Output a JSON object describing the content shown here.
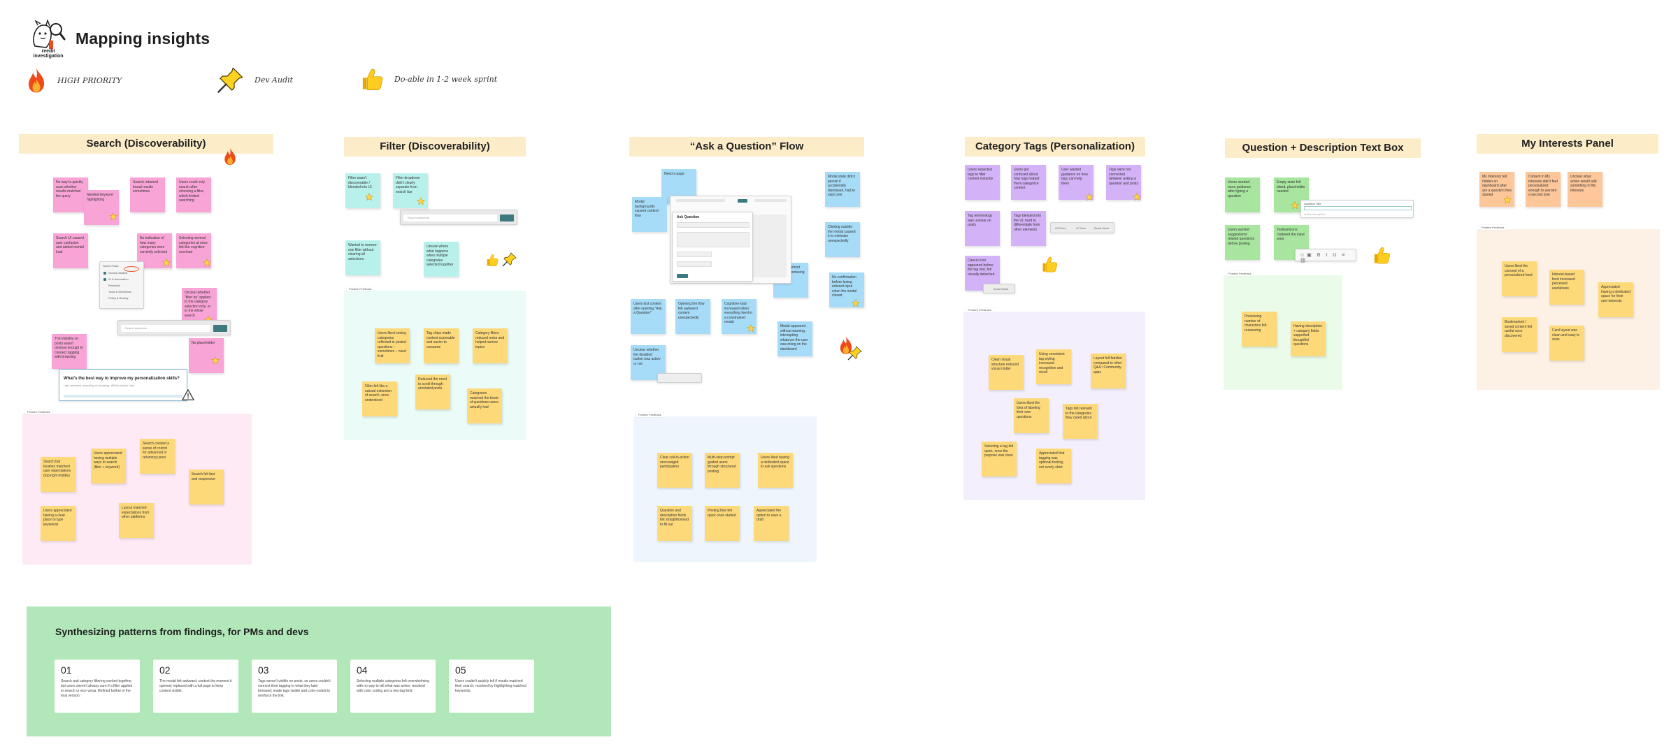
{
  "board": {
    "title": "Mapping insights",
    "logo_text": "reedit investigation"
  },
  "legend": [
    {
      "icon": "fire-icon",
      "label": "HIGH PRIORITY"
    },
    {
      "icon": "pushpin-icon",
      "label": "Dev Audit"
    },
    {
      "icon": "thumbs-up-icon",
      "label": "Do-able in 1-2 week sprint"
    }
  ],
  "feedback_tag": "Positive Feedback",
  "sections": {
    "search": {
      "title": "Search (Discoverability)",
      "notes": [
        "No way to quickly scan whether results matched the query",
        "Needed keyword highlighting",
        "Search returned broad results sometimes",
        "Users could only search after choosing a filter, which limited searching",
        "Search UI caused user confusion and added mental load",
        "No indication of how many categories were currently selected",
        "Selecting several categories at once felt like cognitive overload",
        "Unclear whether \"filter by\" applied to the category selection only, or to the whole search",
        "The visibility on posts wasn't obvious enough to connect tagging with browsing",
        "No placeholder"
      ],
      "feedback": [
        "Search bar location matched user expectations (top-right middle)",
        "Users appreciated having multiple ways to search (filter + keyword)",
        "Search created a sense of control for advanced or returning users",
        "Search felt fast and responsive",
        "Users appreciated having a clear place to type keywords",
        "Layout matched expectations from other platforms"
      ],
      "mock_menu": [
        "Saved Posts",
        "Interest Models",
        "AI & Automation",
        "Research",
        "Tools & Workflows",
        "Policy & Society"
      ],
      "mock_question": "What's the best way to improve my personalization skills?",
      "mock_hint": "I get confused searching or browsing. Which should I try?",
      "mock_search_placeholder": "Search keywords"
    },
    "filter": {
      "title": "Filter (Discoverability)",
      "notes": [
        "Filter wasn't discoverable / blended into UI",
        "Filter dropdown didn't clearly separate from search bar",
        "Wanted to remove one filter without clearing all selections",
        "Unsure where what happens when multiple categories selected together"
      ],
      "feedback": [
        "Users liked seeing categories reflected in posted questions – sometimes – need fruit",
        "Tag chips made content scannable and easier to consume",
        "Category filters reduced noise and helped narrow topics",
        "Filter felt like a natural extension of search, once understood",
        "Reduced the need to scroll through unrelated posts",
        "Categories matched the kinds of questions users actually had"
      ],
      "mock_search_placeholder": "Search keywords"
    },
    "ask": {
      "title": "“Ask a Question” Flow",
      "notes": [
        "Need a page",
        "Modal backgrounds caused content flow",
        "Modal state didn't persist if accidentally dismissed, had to start over",
        "Clicking outside the modal caused it to minimize unexpectedly",
        "Content behind became confusing",
        "No confirmation before losing entered input when the modal closed",
        "Users lost context after opening \"Ask a Question\"",
        "Opening the flow felt awkward content unexpectedly",
        "Cognitive load increased when everything lived in a constrained modal",
        "Modal appeared without warning, interrupting whatever the user was doing on the dashboard",
        "Unclear whether the disabled button was active or not"
      ],
      "feedback": [
        "Clear call-to-action encouraged participation",
        "Multi-step prompt guided users through structured posting",
        "Users liked having a dedicated space to ask questions",
        "Question and description fields felt straightforward to fill out",
        "Posting flow felt quick once started",
        "Appreciated the option to save a draft"
      ],
      "mock_title": "Ask Question",
      "mock_button": "Post"
    },
    "tags": {
      "title": "Category Tags (Personalization)",
      "notes": [
        "Users expected tags to filter content instantly",
        "Users got confused about how tags helped them categorize content",
        "User wanted guidance on how tags can help them",
        "Tags were not connected between asking a question and posts",
        "Tag terminology was unclear on posts",
        "Tags blended into the UI; hard to differentiate from other elements",
        "Cancel icon appeared before the tag text, felt visually detached"
      ],
      "feedback": [
        "Clean visual structure reduced visual clutter",
        "Using consistent tag styling increased recognition and recall",
        "Layout felt familiar compared to other Q&A / Community apps",
        "Users liked the idea of labeling their own questions",
        "Tags felt relevant to the categories they cared about",
        "Selecting a tag felt quick, once the purpose was clear",
        "Appreciated that tagging was optional-feeling, not overly strict"
      ],
      "mock_chips": [
        "AI Ethics",
        "AI Tools",
        "Beast Mode"
      ],
      "mock_chip_single": "Beast Mode"
    },
    "qd": {
      "title": "Question + Description Text Box",
      "notes": [
        "Users needed more guidance after typing a question",
        "Empty state felt bland, placeholder needed",
        "Users wanted suggestions/ related questions before posting",
        "Toolbar/icons cluttered the input area"
      ],
      "feedback": [
        "Previewing number of characters felt reassuring",
        "Having description + category fields supported thoughtful questions"
      ],
      "mock_label": "Question Title",
      "mock_placeholder": "Add a description"
    },
    "interests": {
      "title": "My Interests Panel",
      "notes": [
        "My Interests felt hidden on dashboard after are a question flow started",
        "Content in My Interests didn't feel personalized enough to warrant a second look",
        "Unclear what action would add something to My Interests"
      ],
      "feedback": [
        "Users liked the concept of a personalized feed",
        "Interest-based feed increased perceived usefulness",
        "Appreciated having a dedicated space for their own interests",
        "Bookmarked / saved content felt useful once discovered",
        "Card layout was clean and easy to scan"
      ]
    }
  },
  "synthesis": {
    "title": "Synthesizing patterns from findings, for PMs and devs",
    "cards": [
      {
        "num": "01",
        "body": "Search and category filtering worked together, but users weren't always sure if a filter applied to search or vice versa. Refined further in the final version."
      },
      {
        "num": "02",
        "body": "The modal felt awkward: context the moment it opened; replaced with a full page to keep content visible."
      },
      {
        "num": "03",
        "body": "Tags weren't visible on posts, so users couldn't connect their tagging to what they later browsed; made tags visible and color-coded to reinforce the link."
      },
      {
        "num": "04",
        "body": "Selecting multiple categories felt overwhelming with no way to tell what was active; resolved with color coding and a two-tag limit."
      },
      {
        "num": "05",
        "body": "Users couldn't quickly tell if results matched their search; resolved by highlighting matched keywords."
      }
    ]
  },
  "colors": {
    "section_header": "#fdecc8",
    "sticky_pink": "#f8a4d6",
    "sticky_cyan": "#b8f1eb",
    "sticky_blue": "#a6dcf8",
    "sticky_purple": "#d4b2f7",
    "sticky_green": "#a8e6a0",
    "sticky_orange": "#fdc79a",
    "sticky_yellow": "#fed979",
    "synthesis_bg": "#b1e7b9"
  }
}
